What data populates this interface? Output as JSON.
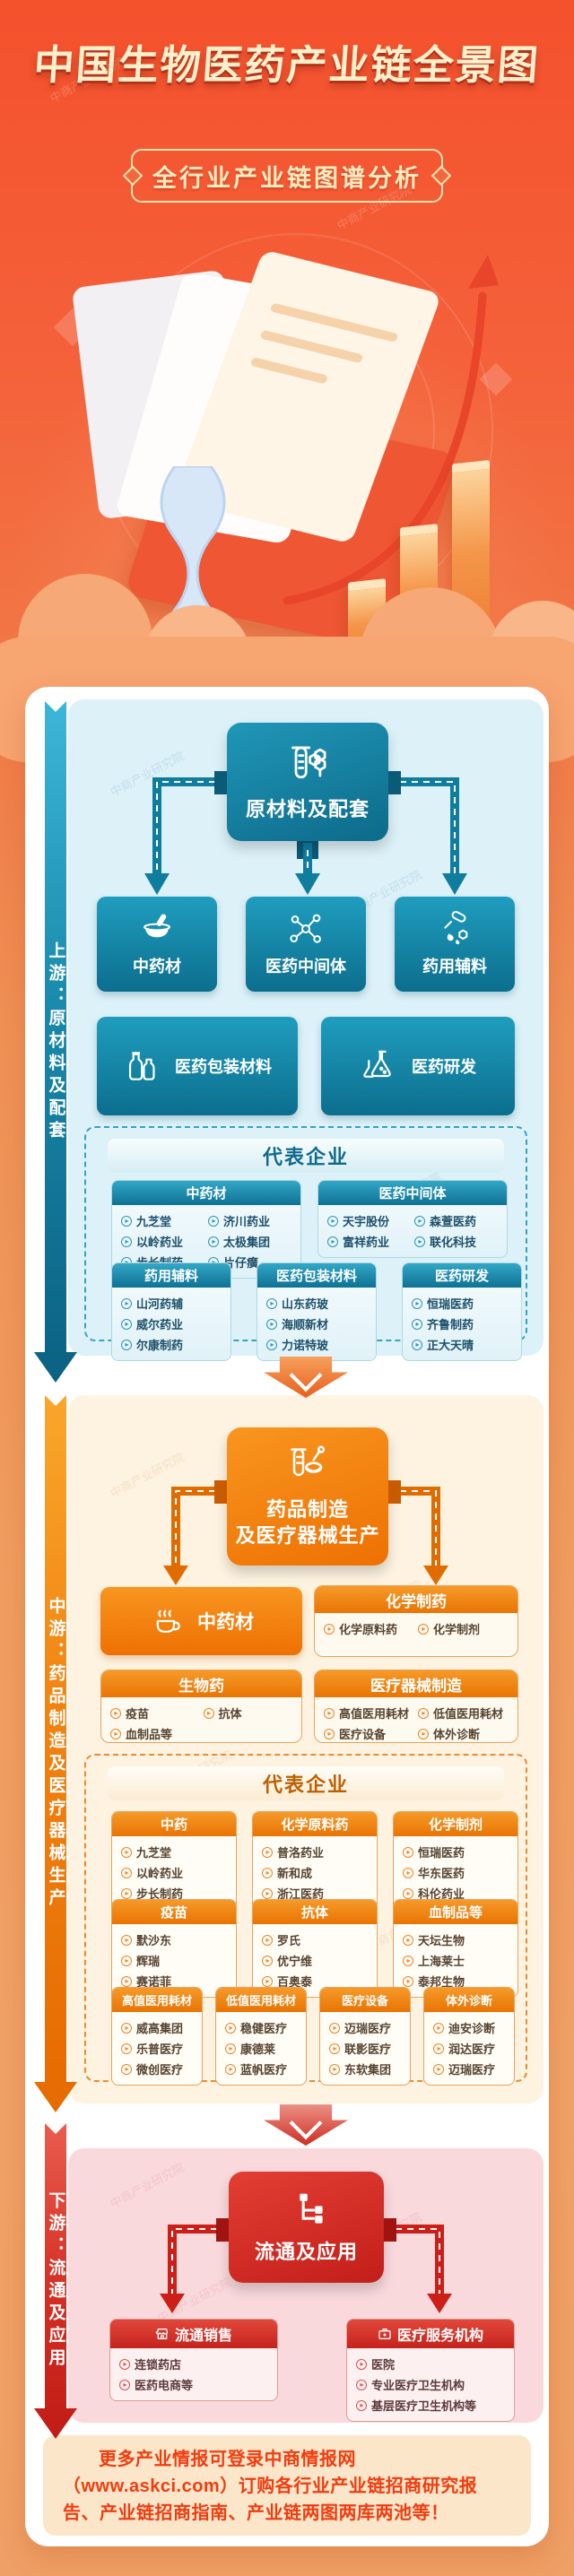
{
  "watermark": "中商产业研究院",
  "colors": {
    "teal": "#11799c",
    "orange": "#ee7008",
    "red": "#c8221b"
  },
  "header": {
    "title": "中国生物医药产业链全景图",
    "subtitle": "全行业产业链图谱分析"
  },
  "upstream": {
    "side_label": "上游：原材料及配套",
    "main_box": "原材料及配套",
    "cat1": "中药材",
    "cat2": "医药中间体",
    "cat3": "药用辅料",
    "cat4": "医药包装材料",
    "cat5": "医药研发",
    "rep_title": "代表企业",
    "rep": {
      "g1": {
        "title": "中药材",
        "items": [
          "九芝堂",
          "济川药业",
          "以岭药业",
          "太极集团",
          "步长制药",
          "片仔癀"
        ]
      },
      "g2": {
        "title": "医药中间体",
        "items": [
          "天宇股份",
          "森萱医药",
          "富祥药业",
          "联化科技"
        ]
      },
      "g3": {
        "title": "药用辅料",
        "items": [
          "山河药辅",
          "威尔药业",
          "尔康制药"
        ]
      },
      "g4": {
        "title": "医药包装材料",
        "items": [
          "山东药玻",
          "海顺新材",
          "力诺特玻"
        ]
      },
      "g5": {
        "title": "医药研发",
        "items": [
          "恒瑞医药",
          "齐鲁制药",
          "正大天晴"
        ]
      }
    }
  },
  "midstream": {
    "side_label": "中游：药品制造及医疗器械生产",
    "main_line1": "药品制造",
    "main_line2": "及医疗器械生产",
    "tcm_box": "中药材",
    "chem": {
      "title": "化学制药",
      "items": [
        "化学原料药",
        "化学制剂"
      ]
    },
    "bio": {
      "title": "生物药",
      "items": [
        "疫苗",
        "抗体",
        "血制品等"
      ]
    },
    "device": {
      "title": "医疗器械制造",
      "items": [
        "高值医用耗材",
        "低值医用耗材",
        "医疗设备",
        "体外诊断"
      ]
    },
    "rep_title": "代表企业",
    "rep": {
      "g1": {
        "title": "中药",
        "items": [
          "九芝堂",
          "以岭药业",
          "步长制药"
        ]
      },
      "g2": {
        "title": "化学原料药",
        "items": [
          "普洛药业",
          "新和成",
          "浙江医药"
        ]
      },
      "g3": {
        "title": "化学制剂",
        "items": [
          "恒瑞医药",
          "华东医药",
          "科伦药业"
        ]
      },
      "g4": {
        "title": "疫苗",
        "items": [
          "默沙东",
          "辉瑞",
          "赛诺菲"
        ]
      },
      "g5": {
        "title": "抗体",
        "items": [
          "罗氏",
          "优宁维",
          "百奥泰"
        ]
      },
      "g6": {
        "title": "血制品等",
        "items": [
          "天坛生物",
          "上海莱士",
          "泰邦生物"
        ]
      },
      "g7": {
        "title": "高值医用耗材",
        "items": [
          "威高集团",
          "乐普医疗",
          "微创医疗"
        ]
      },
      "g8": {
        "title": "低值医用耗材",
        "items": [
          "稳健医疗",
          "康德莱",
          "蓝帆医疗"
        ]
      },
      "g9": {
        "title": "医疗设备",
        "items": [
          "迈瑞医疗",
          "联影医疗",
          "东软集团"
        ]
      },
      "g10": {
        "title": "体外诊断",
        "items": [
          "迪安诊断",
          "润达医疗",
          "迈瑞医疗"
        ]
      }
    }
  },
  "downstream": {
    "side_label": "下游：流通及应用",
    "main_box": "流通及应用",
    "g1": {
      "title": "流通销售",
      "items": [
        "连锁药店",
        "医药电商等"
      ]
    },
    "g2": {
      "title": "医疗服务机构",
      "items": [
        "医院",
        "专业医疗卫生机构",
        "基层医疗卫生机构等"
      ]
    }
  },
  "footer": {
    "notice": "更多产业情报可登录中商情报网（www.askci.com）订购各行业产业链招商研究报告、产业链招商指南、产业链两图两库两池等！"
  }
}
